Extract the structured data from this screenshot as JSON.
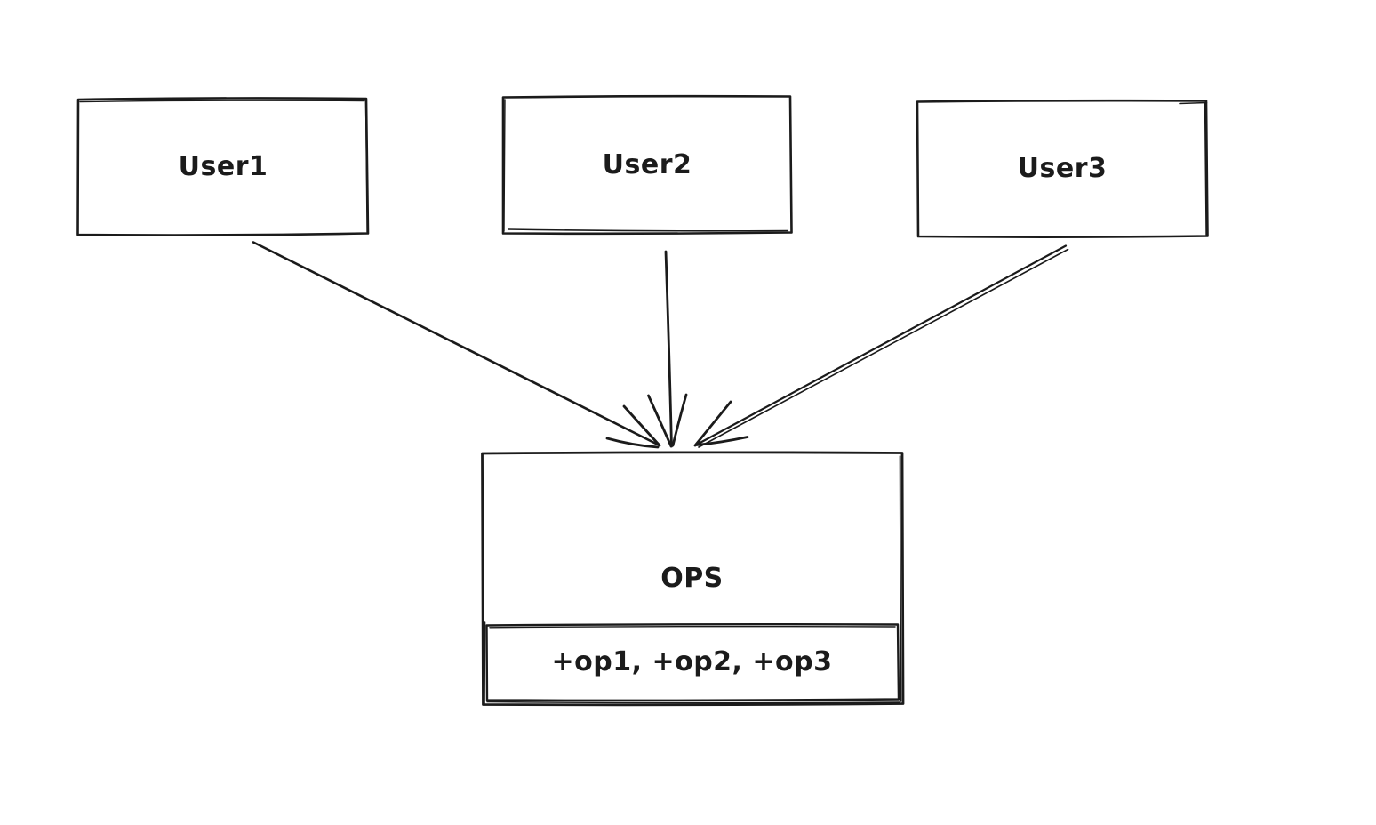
{
  "canvas": {
    "background": "#ffffff",
    "ink_color": "#1b1b1b",
    "style": "hand-drawn"
  },
  "diagram": {
    "nodes": [
      {
        "id": "user1",
        "type": "rectangle",
        "label": "User1"
      },
      {
        "id": "user2",
        "type": "rectangle",
        "label": "User2"
      },
      {
        "id": "user3",
        "type": "rectangle",
        "label": "User3"
      },
      {
        "id": "ops",
        "type": "class-box",
        "label": "OPS",
        "operations": "+op1, +op2, +op3"
      }
    ],
    "edges": [
      {
        "id": "edge-user1-ops",
        "from": "User1",
        "to": "OPS",
        "style": "arrow"
      },
      {
        "id": "edge-user2-ops",
        "from": "User2",
        "to": "OPS",
        "style": "arrow"
      },
      {
        "id": "edge-user3-ops",
        "from": "User3",
        "to": "OPS",
        "style": "arrow"
      }
    ]
  }
}
